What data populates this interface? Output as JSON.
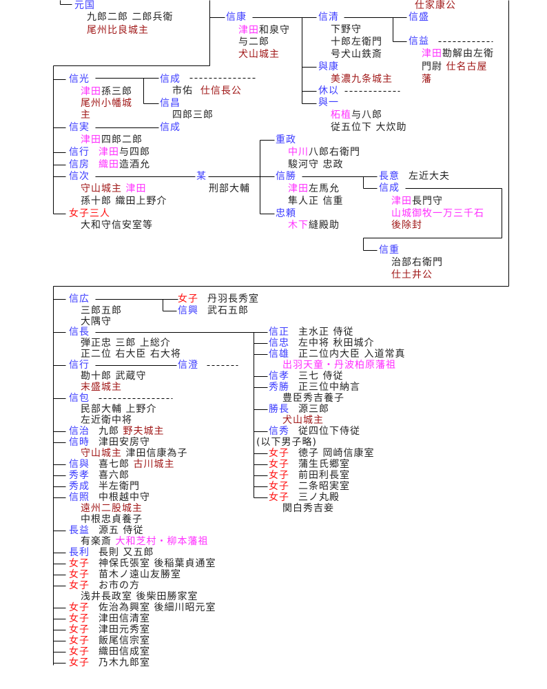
{
  "colors": {
    "name": "#3a3aff",
    "clan": "#ff30ff",
    "castle": "#a01818",
    "female": "#ff1010",
    "text": "#222222",
    "line": "#000000"
  },
  "entries": [
    {
      "d": [
        [
          "仕家康公",
          "c"
        ]
      ]
    },
    {
      "n": "元国",
      "r": "n"
    },
    {
      "d": [
        [
          "九郎二郎 二郎兵衛",
          "t"
        ]
      ]
    },
    {
      "d": [
        [
          "尾州比良城主",
          "c"
        ]
      ]
    },
    {
      "n": "信康",
      "r": "n"
    },
    {
      "d": [
        [
          "津田",
          "k"
        ],
        [
          "和泉守",
          "t"
        ]
      ]
    },
    {
      "d": [
        [
          "与二郎",
          "t"
        ]
      ]
    },
    {
      "d": [
        [
          "犬山城主",
          "c"
        ]
      ]
    },
    {
      "n": "信清",
      "r": "n"
    },
    {
      "d": [
        [
          "下野守",
          "t"
        ]
      ]
    },
    {
      "d": [
        [
          "十郎左衛門",
          "t"
        ]
      ]
    },
    {
      "d": [
        [
          "号犬山鉄斎",
          "t"
        ]
      ]
    },
    {
      "n": "信盛",
      "r": "n"
    },
    {
      "n": "信益",
      "r": "n"
    },
    {
      "d": [
        [
          "津田",
          "k"
        ],
        [
          "勘解由左衛",
          "t"
        ]
      ]
    },
    {
      "d": [
        [
          "門尉 ",
          "t"
        ],
        [
          "仕名古屋",
          "c"
        ]
      ]
    },
    {
      "d": [
        [
          "藩",
          "c"
        ]
      ]
    },
    {
      "n": "與康",
      "r": "n"
    },
    {
      "d": [
        [
          "美濃九条城主",
          "c"
        ]
      ]
    },
    {
      "n": "休以",
      "r": "n"
    },
    {
      "n": "與一",
      "r": "n"
    },
    {
      "d": [
        [
          "柘植",
          "k"
        ],
        [
          "与八郎",
          "t"
        ]
      ]
    },
    {
      "d": [
        [
          "従五位下 大炊助",
          "t"
        ]
      ]
    },
    {
      "n": "信光",
      "r": "n"
    },
    {
      "d": [
        [
          "津田",
          "k"
        ],
        [
          "孫三郎",
          "t"
        ]
      ]
    },
    {
      "d": [
        [
          "尾州小幡城",
          "c"
        ]
      ]
    },
    {
      "d": [
        [
          "主",
          "c"
        ]
      ]
    },
    {
      "n": "信成",
      "r": "n"
    },
    {
      "d": [
        [
          "市佑  ",
          "t"
        ],
        [
          "仕信長公",
          "c"
        ]
      ]
    },
    {
      "n": "信昌",
      "r": "n"
    },
    {
      "d": [
        [
          "四郎三郎",
          "t"
        ]
      ]
    },
    {
      "n": "信実",
      "r": "n"
    },
    {
      "n": "信成",
      "r": "n"
    },
    {
      "d": [
        [
          "津田",
          "k"
        ],
        [
          "四郎二郎",
          "t"
        ]
      ]
    },
    {
      "n": "信行",
      "r": "n",
      "d": [
        [
          "津田",
          "k"
        ],
        [
          "与四郎",
          "t"
        ]
      ]
    },
    {
      "n": "信房",
      "r": "n",
      "d": [
        [
          "織田",
          "k"
        ],
        [
          "造酒允",
          "t"
        ]
      ]
    },
    {
      "n": "信次",
      "r": "n"
    },
    {
      "d": [
        [
          "守山城主 ",
          "c"
        ],
        [
          "津田",
          "k"
        ]
      ]
    },
    {
      "d": [
        [
          "孫十郎 織田上野介",
          "t"
        ]
      ]
    },
    {
      "n": "女子三人",
      "r": "f"
    },
    {
      "d": [
        [
          "大和守信安室等",
          "t"
        ]
      ]
    },
    {
      "n": "某",
      "r": "n"
    },
    {
      "d": [
        [
          "刑部大輔",
          "t"
        ]
      ]
    },
    {
      "n": "重政",
      "r": "n"
    },
    {
      "d": [
        [
          "中川",
          "k"
        ],
        [
          "八郎右衛門",
          "t"
        ]
      ]
    },
    {
      "d": [
        [
          "駿河守 忠政",
          "t"
        ]
      ]
    },
    {
      "n": "信勝",
      "r": "n"
    },
    {
      "d": [
        [
          "津田",
          "k"
        ],
        [
          "左馬允",
          "t"
        ]
      ]
    },
    {
      "d": [
        [
          "隼人正 信重",
          "t"
        ]
      ]
    },
    {
      "n": "忠頼",
      "r": "n"
    },
    {
      "d": [
        [
          "木下",
          "k"
        ],
        [
          "縫殿助",
          "t"
        ]
      ]
    },
    {
      "n": "長意",
      "r": "n",
      "d": [
        [
          "左近大夫",
          "t"
        ]
      ]
    },
    {
      "n": "信成",
      "r": "n"
    },
    {
      "d": [
        [
          "津田",
          "k"
        ],
        [
          "長門守",
          "t"
        ]
      ]
    },
    {
      "d": [
        [
          "山城御牧一万三千石",
          "k"
        ]
      ]
    },
    {
      "d": [
        [
          "後除封",
          "c"
        ]
      ]
    },
    {
      "n": "信重",
      "r": "n"
    },
    {
      "d": [
        [
          "治部右衛門",
          "t"
        ]
      ]
    },
    {
      "d": [
        [
          "仕土井公",
          "c"
        ]
      ]
    },
    {
      "n": "信広",
      "r": "n"
    },
    {
      "d": [
        [
          "三郎五郎",
          "t"
        ]
      ]
    },
    {
      "d": [
        [
          "大隅守",
          "t"
        ]
      ]
    },
    {
      "n": "女子",
      "r": "f",
      "d": [
        [
          "丹羽長秀室",
          "t"
        ]
      ]
    },
    {
      "n": "信興",
      "r": "n",
      "d": [
        [
          "武石五郎",
          "t"
        ]
      ]
    },
    {
      "n": "信長",
      "r": "n"
    },
    {
      "d": [
        [
          "弾正忠 三郎 上総介",
          "t"
        ]
      ]
    },
    {
      "d": [
        [
          "正二位 右大臣 右大将",
          "t"
        ]
      ]
    },
    {
      "n": "信行",
      "r": "n"
    },
    {
      "n": "信澄",
      "r": "n"
    },
    {
      "d": [
        [
          "勘十郎 武蔵守",
          "t"
        ]
      ]
    },
    {
      "d": [
        [
          "末盛城主",
          "c"
        ]
      ]
    },
    {
      "n": "信包",
      "r": "n"
    },
    {
      "d": [
        [
          "民部大輔 上野介",
          "t"
        ]
      ]
    },
    {
      "d": [
        [
          "左近衛中将",
          "t"
        ]
      ]
    },
    {
      "n": "信治",
      "r": "n",
      "d": [
        [
          "九郎 ",
          "t"
        ],
        [
          "野夫城主",
          "c"
        ]
      ]
    },
    {
      "n": "信時",
      "r": "n",
      "d": [
        [
          "津田安房守",
          "t"
        ]
      ]
    },
    {
      "d": [
        [
          "守山城主 ",
          "c"
        ],
        [
          "津田信康為子",
          "t"
        ]
      ]
    },
    {
      "n": "信與",
      "r": "n",
      "d": [
        [
          "喜七郎 ",
          "t"
        ],
        [
          "古川城主",
          "c"
        ]
      ]
    },
    {
      "n": "秀孝",
      "r": "n",
      "d": [
        [
          "喜六郎",
          "t"
        ]
      ]
    },
    {
      "n": "秀成",
      "r": "n",
      "d": [
        [
          "半左衛門",
          "t"
        ]
      ]
    },
    {
      "n": "信照",
      "r": "n",
      "d": [
        [
          "中根越中守",
          "t"
        ]
      ]
    },
    {
      "d": [
        [
          "遠州二股城主",
          "c"
        ]
      ]
    },
    {
      "d": [
        [
          "中根忠貞養子",
          "t"
        ]
      ]
    },
    {
      "n": "長益",
      "r": "n",
      "d": [
        [
          "源五 侍従",
          "t"
        ]
      ]
    },
    {
      "d": [
        [
          "有楽斎 ",
          "t"
        ],
        [
          "大和芝村・柳本藩祖",
          "k"
        ]
      ]
    },
    {
      "n": "長利",
      "r": "n",
      "d": [
        [
          "長則 又五郎",
          "t"
        ]
      ]
    },
    {
      "n": "女子",
      "r": "f",
      "d": [
        [
          "神保氏張室 後稲葉貞通室",
          "t"
        ]
      ]
    },
    {
      "n": "女子",
      "r": "f",
      "d": [
        [
          "苗木ノ遠山友勝室",
          "t"
        ]
      ]
    },
    {
      "n": "女子",
      "r": "f",
      "d": [
        [
          "お市の方",
          "t"
        ]
      ]
    },
    {
      "d": [
        [
          "浅井長政室 後柴田勝家室",
          "t"
        ]
      ]
    },
    {
      "n": "女子",
      "r": "f",
      "d": [
        [
          "佐治為興室 後細川昭元室",
          "t"
        ]
      ]
    },
    {
      "n": "女子",
      "r": "f",
      "d": [
        [
          "津田信清室",
          "t"
        ]
      ]
    },
    {
      "n": "女子",
      "r": "f",
      "d": [
        [
          "津田元秀室",
          "t"
        ]
      ]
    },
    {
      "n": "女子",
      "r": "f",
      "d": [
        [
          "飯尾信宗室",
          "t"
        ]
      ]
    },
    {
      "n": "女子",
      "r": "f",
      "d": [
        [
          "織田信成室",
          "t"
        ]
      ]
    },
    {
      "n": "女子",
      "r": "f",
      "d": [
        [
          "乃木九郎室",
          "t"
        ]
      ]
    },
    {
      "n": "信正",
      "r": "n",
      "d": [
        [
          "主水正 侍従",
          "t"
        ]
      ]
    },
    {
      "n": "信忠",
      "r": "n",
      "d": [
        [
          "左中将 秋田城介",
          "t"
        ]
      ]
    },
    {
      "n": "信雄",
      "r": "n",
      "d": [
        [
          "正二位内大臣 入道常真",
          "t"
        ]
      ]
    },
    {
      "d": [
        [
          "出羽天童・丹波柏原藩祖",
          "k"
        ]
      ]
    },
    {
      "n": "信孝",
      "r": "n",
      "d": [
        [
          "三七 侍従",
          "t"
        ]
      ]
    },
    {
      "n": "秀勝",
      "r": "n",
      "d": [
        [
          "正三位中納言",
          "t"
        ]
      ]
    },
    {
      "d": [
        [
          "豊臣秀吉養子",
          "t"
        ]
      ]
    },
    {
      "n": "勝長",
      "r": "n",
      "d": [
        [
          "源三郎",
          "t"
        ]
      ]
    },
    {
      "d": [
        [
          "犬山城主",
          "c"
        ]
      ]
    },
    {
      "n": "信秀",
      "r": "n",
      "d": [
        [
          "従四位下侍従",
          "t"
        ]
      ]
    },
    {
      "d": [
        [
          "(以下男子略)",
          "t"
        ]
      ]
    },
    {
      "n": "女子",
      "r": "f",
      "d": [
        [
          "徳子 岡崎信康室",
          "t"
        ]
      ]
    },
    {
      "n": "女子",
      "r": "f",
      "d": [
        [
          "蒲生氏郷室",
          "t"
        ]
      ]
    },
    {
      "n": "女子",
      "r": "f",
      "d": [
        [
          "前田利長室",
          "t"
        ]
      ]
    },
    {
      "n": "女子",
      "r": "f",
      "d": [
        [
          "二条昭実室",
          "t"
        ]
      ]
    },
    {
      "n": "女子",
      "r": "f",
      "d": [
        [
          "三ノ丸殿",
          "t"
        ]
      ]
    },
    {
      "d": [
        [
          "関白秀吉妾",
          "t"
        ]
      ]
    }
  ]
}
